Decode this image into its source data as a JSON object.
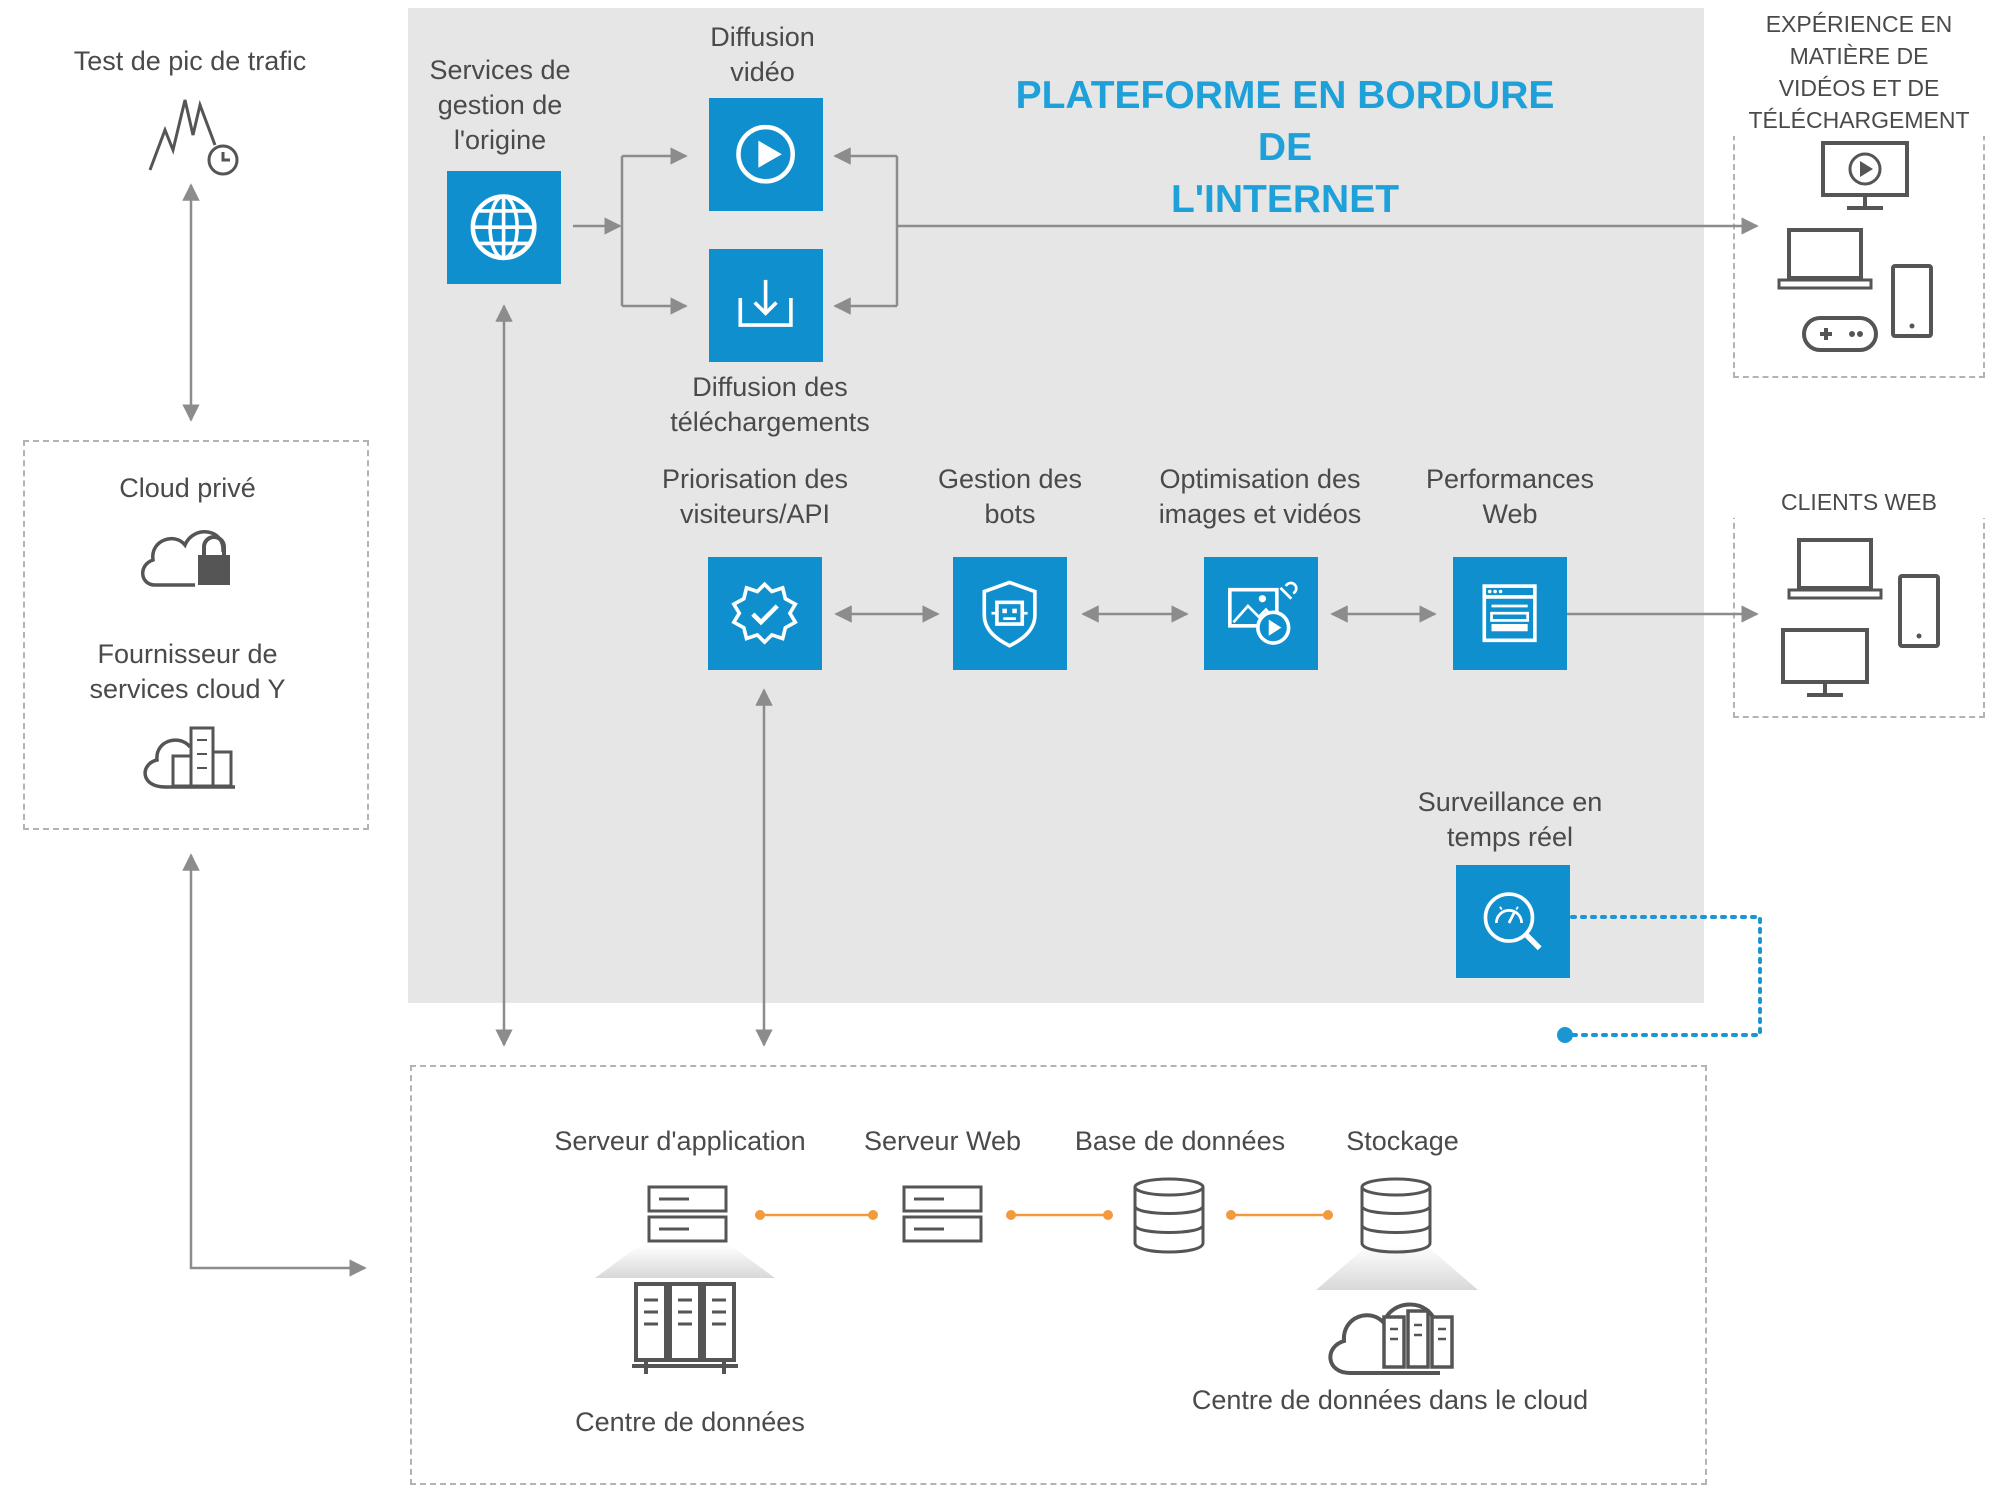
{
  "platform": {
    "title_line1": "PLATEFORME EN BORDURE DE",
    "title_line2": "L'INTERNET"
  },
  "left": {
    "traffic_spike": "Test de pic de trafic",
    "private_cloud": "Cloud privé",
    "cloud_provider_line1": "Fournisseur de",
    "cloud_provider_line2": "services cloud Y"
  },
  "services": {
    "origin_line1": "Services de",
    "origin_line2": "gestion de",
    "origin_line3": "l'origine",
    "video_line1": "Diffusion",
    "video_line2": "vidéo",
    "download_line1": "Diffusion des",
    "download_line2": "téléchargements",
    "visitor_line1": "Priorisation des",
    "visitor_line2": "visiteurs/API",
    "bots_line1": "Gestion des",
    "bots_line2": "bots",
    "images_line1": "Optimisation des",
    "images_line2": "images et vidéos",
    "webperf_line1": "Performances",
    "webperf_line2": "Web",
    "monitoring_line1": "Surveillance en",
    "monitoring_line2": "temps réel"
  },
  "right": {
    "experience_line1": "EXPÉRIENCE EN",
    "experience_line2": "MATIÈRE DE",
    "experience_line3": "VIDÉOS ET DE",
    "experience_line4": "TÉLÉCHARGEMENT",
    "web_clients": "CLIENTS WEB"
  },
  "infrastructure": {
    "app_server": "Serveur d'application",
    "web_server": "Serveur Web",
    "database": "Base de données",
    "storage": "Stockage",
    "datacenter": "Centre de données",
    "cloud_datacenter": "Centre de données dans le cloud"
  },
  "colors": {
    "accent": "#0f8fce",
    "title": "#1ea0d8",
    "connector": "#8c8c8c",
    "link_orange": "#f39a3c",
    "monitor_dots": "#1a96d2",
    "platform_bg": "#e6e6e6"
  },
  "icons": [
    "globe-icon",
    "play-icon",
    "download-icon",
    "gear-check-icon",
    "bot-shield-icon",
    "image-video-icon",
    "web-page-icon",
    "gauge-search-icon",
    "traffic-spike-icon",
    "cloud-lock-icon",
    "cloud-buildings-icon",
    "monitor-play-icon",
    "laptop-icon",
    "phone-icon",
    "gamepad-icon",
    "desktop-icon",
    "server-icon",
    "database-icon",
    "datacenter-racks-icon",
    "cloud-servers-icon"
  ]
}
